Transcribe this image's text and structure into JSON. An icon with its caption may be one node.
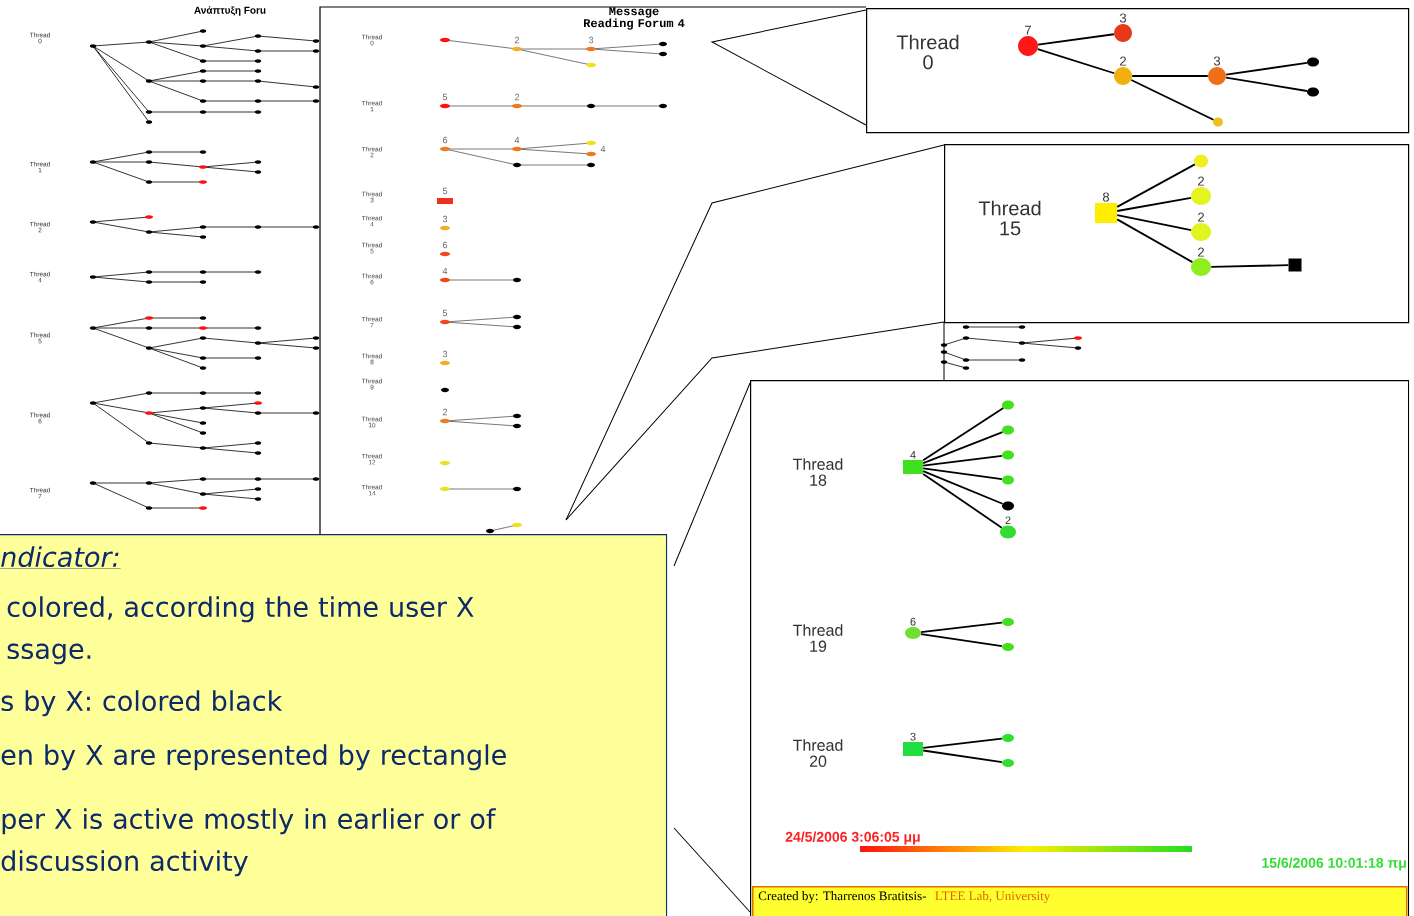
{
  "diagram": {
    "nodes": [
      {
        "text": [
          "Message Reading Forum 4"
        ]
      },
      {
        "text": [
          "Thread 0"
        ]
      },
      {
        "text": [
          "7"
        ],
        "in": 1
      },
      {
        "text": [
          "3"
        ],
        "in": 1
      },
      {
        "text": [
          "2"
        ],
        "in": 1
      },
      {
        "text": [
          "3"
        ],
        "in": 1
      },
      {
        "text": [],
        "shape": "circle",
        "in": 1
      },
      {
        "text": [],
        "shape": "circle",
        "in": 1
      },
      {
        "text": [],
        "shape": "circle",
        "in": 1
      },
      {
        "text": [
          "Thread 15"
        ]
      },
      {
        "text": [
          "8"
        ],
        "in": 9
      },
      {
        "text": [],
        "shape": "circle",
        "in": 9
      },
      {
        "text": [
          "2"
        ],
        "in": 9
      },
      {
        "text": [
          "2"
        ],
        "in": 9
      },
      {
        "text": [
          "2"
        ],
        "in": 9
      },
      {
        "text": [],
        "shape": "box",
        "in": 9
      },
      {
        "text": [
          "Thread 18",
          "Thread 19",
          "Thread 20"
        ]
      },
      {
        "text": [
          "4"
        ],
        "in": 16
      },
      {
        "text": [],
        "shape": "circle",
        "in": 16
      },
      {
        "text": [],
        "shape": "circle",
        "in": 16
      },
      {
        "text": [],
        "shape": "circle",
        "in": 16
      },
      {
        "text": [],
        "shape": "circle",
        "in": 16
      },
      {
        "text": [],
        "shape": "circle",
        "in": 16
      },
      {
        "text": [
          "2"
        ],
        "in": 16
      },
      {
        "text": [
          "6"
        ],
        "in": 16
      },
      {
        "text": [],
        "shape": "circle",
        "in": 16
      },
      {
        "text": [],
        "shape": "circle",
        "in": 16
      },
      {
        "text": [
          "3"
        ],
        "in": 16
      },
      {
        "text": [],
        "shape": "circle",
        "in": 16
      },
      {
        "text": [],
        "shape": "circle",
        "in": 16
      },
      {
        "text": [
          "Created by: Tharrenos Bratitsis-",
          "LTEE Lab, University"
        ],
        "in": 16
      },
      {
        "text": [
          "ndicator:",
          "colored, according the time user X ssage.",
          "s by X: colored black",
          "en by X are represented by rectangle",
          "per X is active mostly in earlier or of discussion activity"
        ]
      }
    ],
    "edges": [
      {
        "from": 2,
        "to": 3,
        "arrow": "none"
      },
      {
        "from": 2,
        "to": 4,
        "arrow": "none"
      },
      {
        "from": 4,
        "to": 5,
        "arrow": "none"
      },
      {
        "from": 4,
        "to": 8,
        "arrow": "none"
      },
      {
        "from": 5,
        "to": 6,
        "arrow": "none"
      },
      {
        "from": 5,
        "to": 7,
        "arrow": "none"
      },
      {
        "from": 10,
        "to": 11,
        "arrow": "none"
      },
      {
        "from": 10,
        "to": 12,
        "arrow": "none"
      },
      {
        "from": 10,
        "to": 13,
        "arrow": "none"
      },
      {
        "from": 10,
        "to": 14,
        "arrow": "none"
      },
      {
        "from": 14,
        "to": 15,
        "arrow": "none"
      },
      {
        "from": 17,
        "to": 18,
        "arrow": "none"
      },
      {
        "from": 17,
        "to": 19,
        "arrow": "none"
      },
      {
        "from": 17,
        "to": 20,
        "arrow": "none"
      },
      {
        "from": 17,
        "to": 21,
        "arrow": "none"
      },
      {
        "from": 17,
        "to": 22,
        "arrow": "none"
      },
      {
        "from": 17,
        "to": 23,
        "arrow": "none"
      },
      {
        "from": 24,
        "to": 25,
        "arrow": "none"
      },
      {
        "from": 24,
        "to": 26,
        "arrow": "none"
      },
      {
        "from": 27,
        "to": 28,
        "arrow": "none"
      },
      {
        "from": 27,
        "to": 29,
        "arrow": "none"
      }
    ],
    "labels": [
      "Ανάπτυξη Foru",
      "Thread 0",
      "Thread 1",
      "Thread 2",
      "Thread 4",
      "Thread 5",
      "Thread 6",
      "Thread 7",
      "Thread 0",
      "Thread 1",
      "Thread 2",
      "Thread 3",
      "Thread 4",
      "Thread 5",
      "Thread 6",
      "Thread 7",
      "Thread 8",
      "Thread 9",
      "Thread 10",
      "Thread 12",
      "Thread 14",
      "2",
      "3",
      "5",
      "2",
      "6",
      "4",
      "4",
      "5",
      "3",
      "6",
      "4",
      "5",
      "3",
      "2",
      "24/5/2006 3:06:05 μμ",
      "15/6/2006 10:01:18 πμ"
    ]
  }
}
